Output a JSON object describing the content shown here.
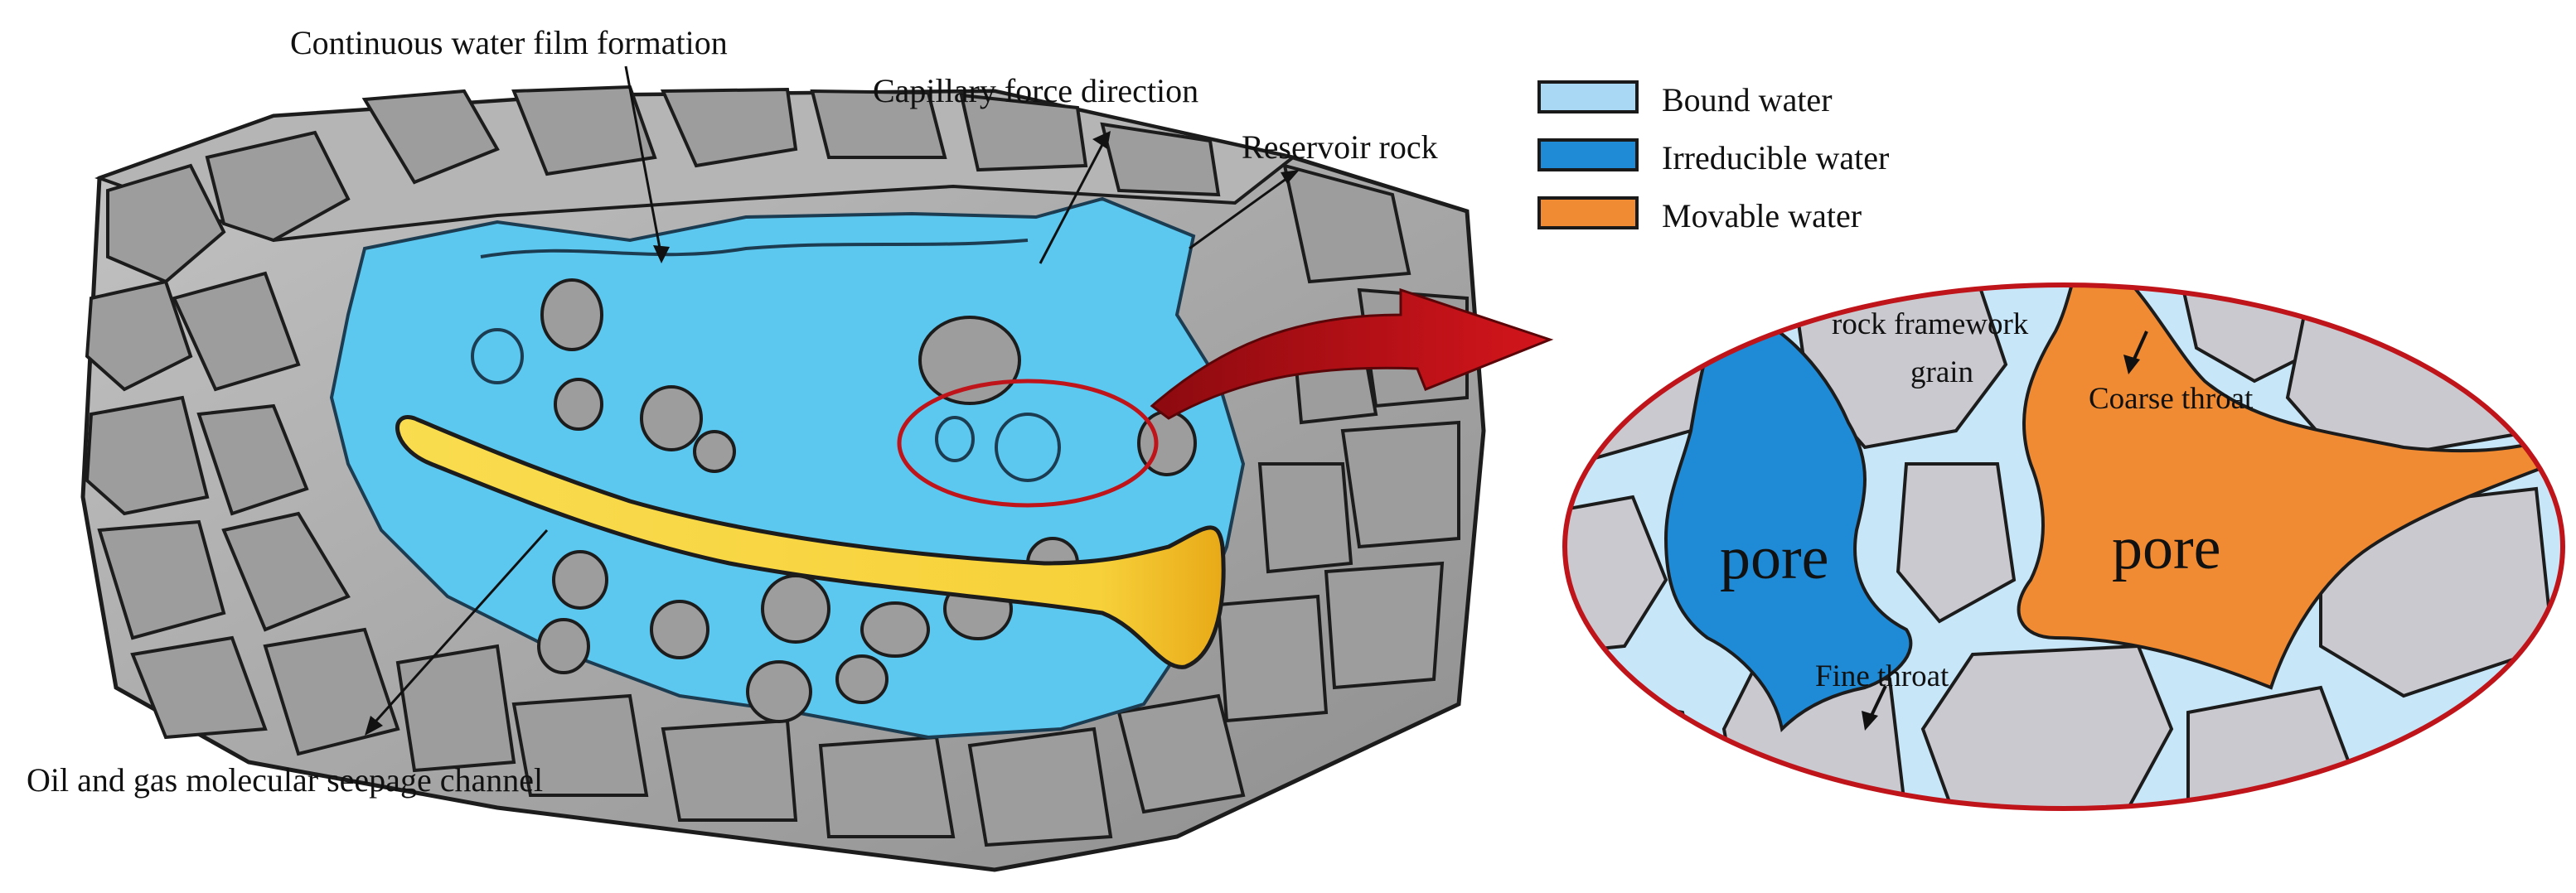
{
  "labels": {
    "water_film": "Continuous water film formation",
    "capillary": "Capillary force direction",
    "reservoir": "Reservoir rock",
    "seepage": "Oil and gas molecular seepage channel"
  },
  "legend": [
    {
      "label": "Bound water",
      "color": "#a9d8f5"
    },
    {
      "label": "Irreducible water",
      "color": "#1f8ad6"
    },
    {
      "label": "Movable water",
      "color": "#f08a33"
    }
  ],
  "zoom": {
    "rock_grain_line1": "rock framework",
    "rock_grain_line2": "grain",
    "coarse_throat": "Coarse throat",
    "fine_throat": "Fine throat",
    "pore_left": "pore",
    "pore_right": "pore"
  },
  "colors": {
    "rock": "#a8a8a8",
    "rock_dark": "#7a7a7a",
    "water": "#5cc8f0",
    "channel": "#f7d13a",
    "highlight": "#c0141b"
  }
}
